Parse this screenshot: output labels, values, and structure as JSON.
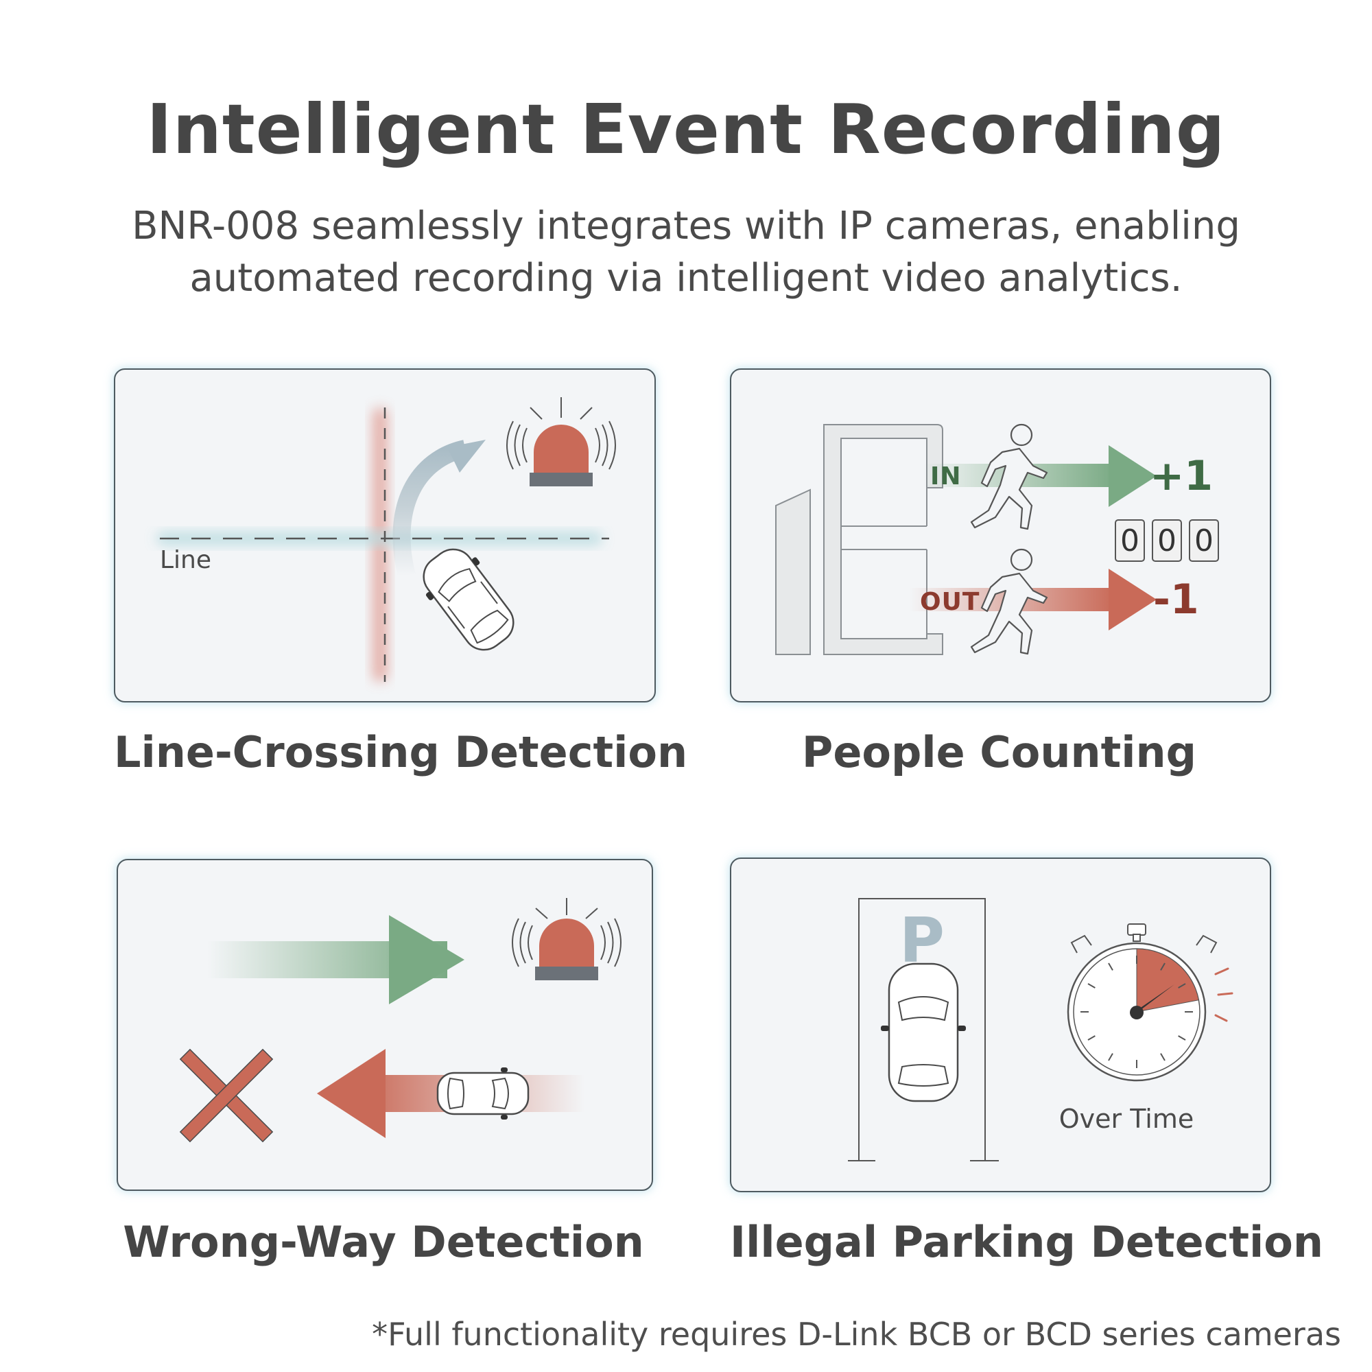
{
  "title": "Intelligent Event Recording",
  "subtitle": {
    "line1": "BNR-008 seamlessly integrates with IP cameras, enabling",
    "line2": "automated recording via intelligent video analytics."
  },
  "panels": {
    "line_crossing": {
      "caption": "Line-Crossing Detection",
      "line_label": "Line"
    },
    "people_counting": {
      "caption": "People Counting",
      "in_label": "IN",
      "out_label": "OUT",
      "plus": "+1",
      "minus": "-1",
      "digits": [
        "0",
        "0",
        "0"
      ]
    },
    "wrong_way": {
      "caption": "Wrong-Way Detection"
    },
    "illegal_parking": {
      "caption": "Illegal Parking Detection",
      "sign": "P",
      "timer_label": "Over Time",
      "overtime_fraction": 0.22
    }
  },
  "footnote": "*Full functionality requires D-Link BCB or BCD series cameras",
  "colors": {
    "alarm_red": "#c96a58",
    "green": "#7aaa84",
    "dark_green": "#3f6b45",
    "dark_red": "#8c3a2e",
    "grey_blue": "#a9bcc6",
    "panel_bg": "#f3f5f7"
  }
}
